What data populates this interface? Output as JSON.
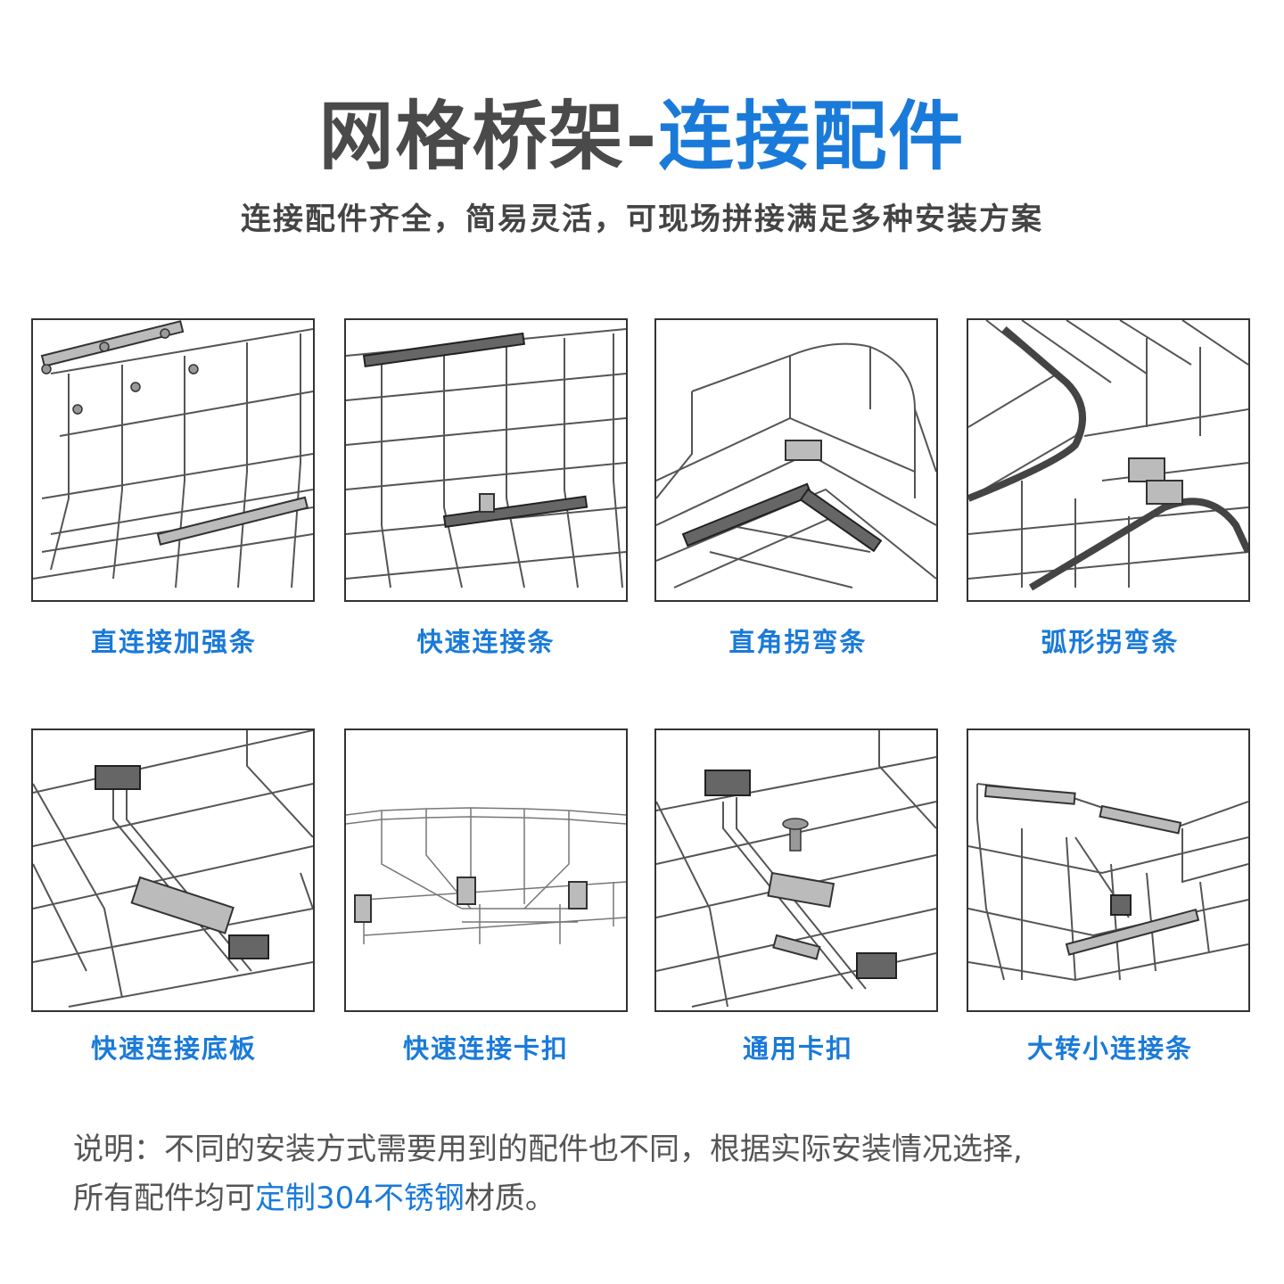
{
  "header": {
    "title_main": "网格桥架-",
    "title_accent": "连接配件",
    "subtitle": "连接配件齐全，简易灵活，可现场拼接满足多种安装方案"
  },
  "items": [
    {
      "label": "直连接加强条",
      "icon": "straight-reinforcement-strip"
    },
    {
      "label": "快速连接条",
      "icon": "quick-connect-strip"
    },
    {
      "label": "直角拐弯条",
      "icon": "right-angle-turn-strip"
    },
    {
      "label": "弧形拐弯条",
      "icon": "curved-turn-strip"
    },
    {
      "label": "快速连接底板",
      "icon": "quick-connect-base-plate"
    },
    {
      "label": "快速连接卡扣",
      "icon": "quick-connect-clip"
    },
    {
      "label": "通用卡扣",
      "icon": "universal-clip"
    },
    {
      "label": "大转小连接条",
      "icon": "reducer-connect-strip"
    }
  ],
  "note": {
    "prefix": "说明：不同的安装方式需要用到的配件也不同，根据实际安装情况选择,",
    "line2_start": "所有配件均可",
    "line2_highlight": "定制304不锈钢",
    "line2_end": "材质。"
  },
  "colors": {
    "accent": "#1a7ad9",
    "heading": "#4a4a4a",
    "text": "#555555"
  }
}
